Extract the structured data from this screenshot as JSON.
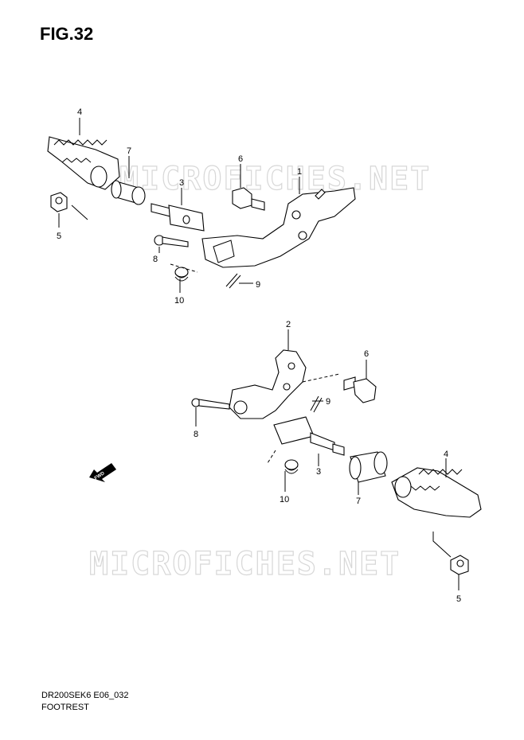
{
  "figure_title": "FIG.32",
  "watermark": "MICROFICHES.NET",
  "footer": {
    "model_code": "DR200SEK6 E06_032",
    "section_name": "FOOTREST"
  },
  "fwd_arrow_label": "FWD",
  "part_labels": [
    "1",
    "2",
    "3",
    "3",
    "4",
    "4",
    "5",
    "5",
    "6",
    "6",
    "7",
    "7",
    "8",
    "8",
    "9",
    "9",
    "10",
    "10"
  ]
}
